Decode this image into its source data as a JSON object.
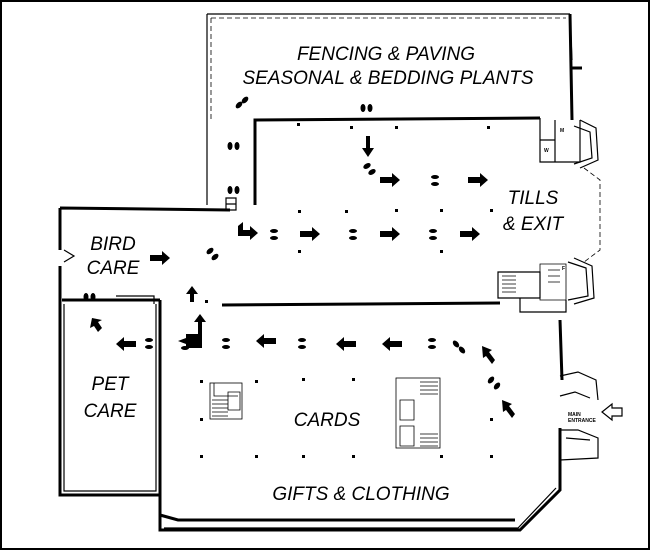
{
  "map": {
    "labels": {
      "fencing": "FENCING & PAVING",
      "seasonal": "SEASONAL & BEDDING PLANTS",
      "tills": "TILLS",
      "exit": "& EXIT",
      "bird1": "BIRD",
      "bird2": "CARE",
      "pet1": "PET",
      "pet2": "CARE",
      "cards": "CARDS",
      "gifts": "GIFTS & CLOTHING",
      "main1": "MAIN",
      "main2": "ENTRANCE"
    },
    "icons": {
      "route_arrow": "route-arrow-icon",
      "footprints": "footprints-icon",
      "stairs": "stairs-icon",
      "entrance_arrow": "entrance-arrow-icon"
    },
    "colors": {
      "ink": "#000000",
      "paper": "#ffffff"
    }
  }
}
